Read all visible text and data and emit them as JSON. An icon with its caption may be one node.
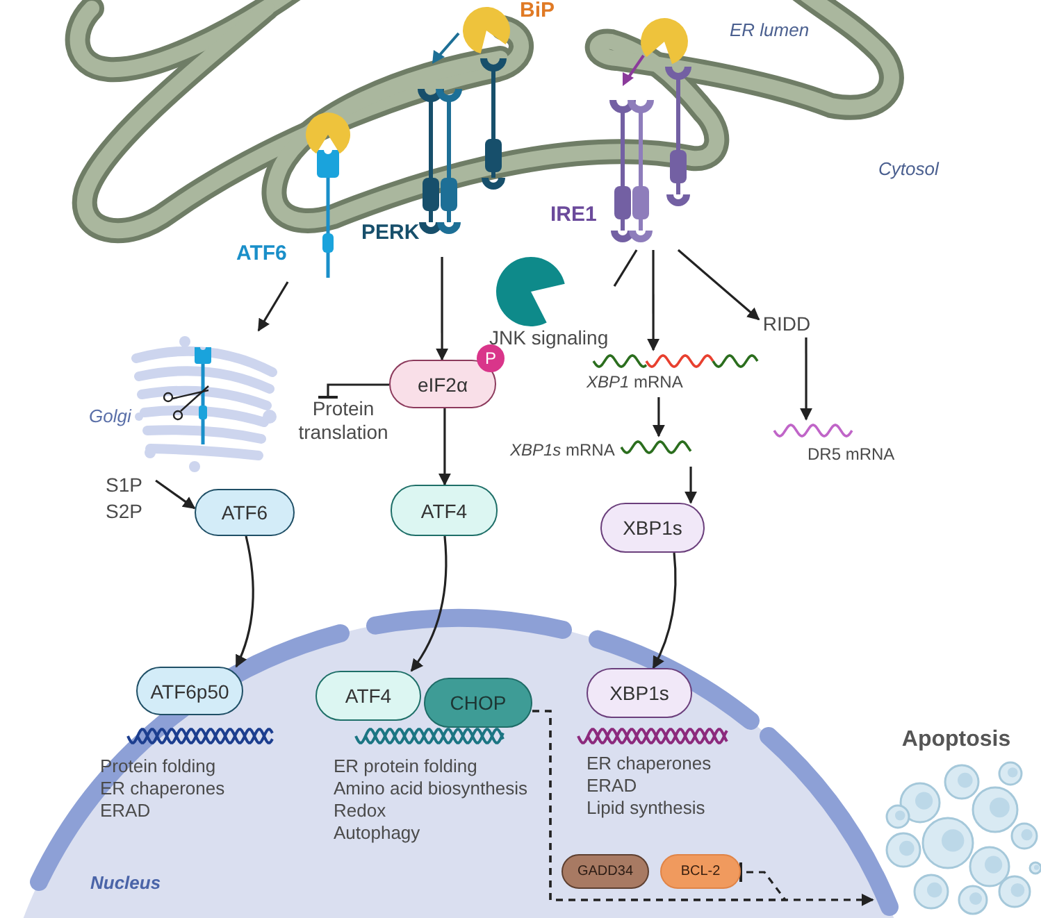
{
  "diagram": {
    "nodes": [
      {
        "text": [
          "ATF6"
        ]
      },
      {
        "text": [
          "PERK"
        ]
      },
      {
        "text": [
          "IRE1"
        ]
      },
      {
        "text": [
          "JNK signaling"
        ]
      },
      {
        "text": [
          "RIDD"
        ]
      },
      {
        "text": [
          "Golgi"
        ]
      },
      {
        "text": [
          "eIF2α"
        ]
      },
      {
        "text": [
          "P"
        ]
      },
      {
        "text": [
          "*XBP1* mRNA"
        ]
      },
      {
        "text": [
          "Protein translation"
        ]
      },
      {
        "text": [
          "*XBP1s* mRNA"
        ]
      },
      {
        "text": [
          "DR5 mRNA"
        ]
      },
      {
        "text": [
          "ATF6"
        ]
      },
      {
        "text": [
          "ATF4"
        ]
      },
      {
        "text": [
          "XBP1s"
        ]
      },
      {
        "text": [
          "Nucleus"
        ]
      },
      {
        "text": [
          "ATF6p50"
        ],
        "in": 15,
        "beside": [
          "Protein folding",
          "ER chaperones",
          "ERAD"
        ]
      },
      {
        "text": [
          "ATF4"
        ],
        "in": 15,
        "beside": [
          "ER protein folding",
          "Amino acid biosynthesis",
          "Redox",
          "Autophagy"
        ]
      },
      {
        "text": [
          "CHOP"
        ],
        "in": 15
      },
      {
        "text": [
          "XBP1s"
        ],
        "in": 15,
        "beside": [
          "ER chaperones",
          "ERAD",
          "Lipid synthesis"
        ]
      },
      {
        "text": [
          "GADD34"
        ],
        "in": 15
      },
      {
        "text": [
          "BCL-2"
        ],
        "in": 15
      },
      {
        "text": [
          "Apoptosis"
        ]
      }
    ],
    "edges": [
      {
        "from": 0,
        "to": 5,
        "arrow": "to"
      },
      {
        "from": 1,
        "to": 6,
        "arrow": "to"
      },
      {
        "from": 2,
        "to": 3,
        "arrow": "none"
      },
      {
        "from": 2,
        "to": 8,
        "arrow": "to"
      },
      {
        "from": 2,
        "to": 4,
        "arrow": "to"
      },
      {
        "from": 4,
        "to": 11,
        "arrow": "to"
      },
      {
        "from": 8,
        "to": 10,
        "arrow": "to"
      },
      {
        "from": 10,
        "to": 14,
        "arrow": "to"
      },
      {
        "from": 6,
        "to": 9,
        "arrow": "other"
      },
      {
        "from": 6,
        "to": 13,
        "arrow": "to"
      },
      {
        "from": 5,
        "to": 12,
        "arrow": "to",
        "label": "S1P S2P"
      },
      {
        "from": 12,
        "to": 16,
        "arrow": "to"
      },
      {
        "from": 13,
        "to": 17,
        "arrow": "to"
      },
      {
        "from": 14,
        "to": 19,
        "arrow": "to"
      },
      {
        "from": 18,
        "to": 22,
        "arrow": "to",
        "style": "dashed"
      },
      {
        "from": 18,
        "to": 21,
        "arrow": "other",
        "style": "dashed"
      }
    ],
    "labels": [
      "BiP",
      "ER lumen",
      "Cytosol"
    ]
  }
}
